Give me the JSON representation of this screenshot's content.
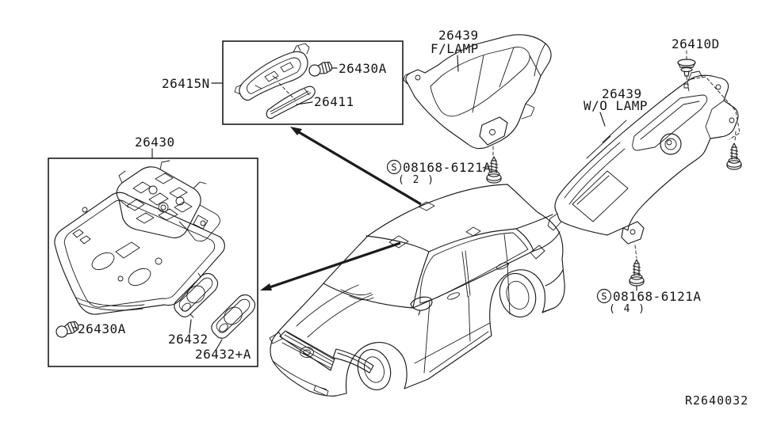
{
  "drawing_ref": "R2640032",
  "parts": {
    "map_lamp_assy": {
      "number": "26415N"
    },
    "map_lamp_bulb": {
      "number": "26430A"
    },
    "map_lamp_lens": {
      "number": "26411"
    },
    "bracket_front": {
      "number": "26439",
      "variant": "F/LAMP"
    },
    "grommet": {
      "number": "26410D"
    },
    "bracket_rear": {
      "number": "26439",
      "variant": "W/O LAMP"
    },
    "console": {
      "number": "26430"
    },
    "console_bulb": {
      "number": "26430A"
    },
    "lens": {
      "number": "26432"
    },
    "lens_alt": {
      "number": "26432+A"
    },
    "screw_front": {
      "symbol": "S",
      "number": "08168-6121A",
      "qty": "( 2 )"
    },
    "screw_rear": {
      "symbol": "S",
      "number": "08168-6121A",
      "qty": "( 4 )"
    }
  }
}
